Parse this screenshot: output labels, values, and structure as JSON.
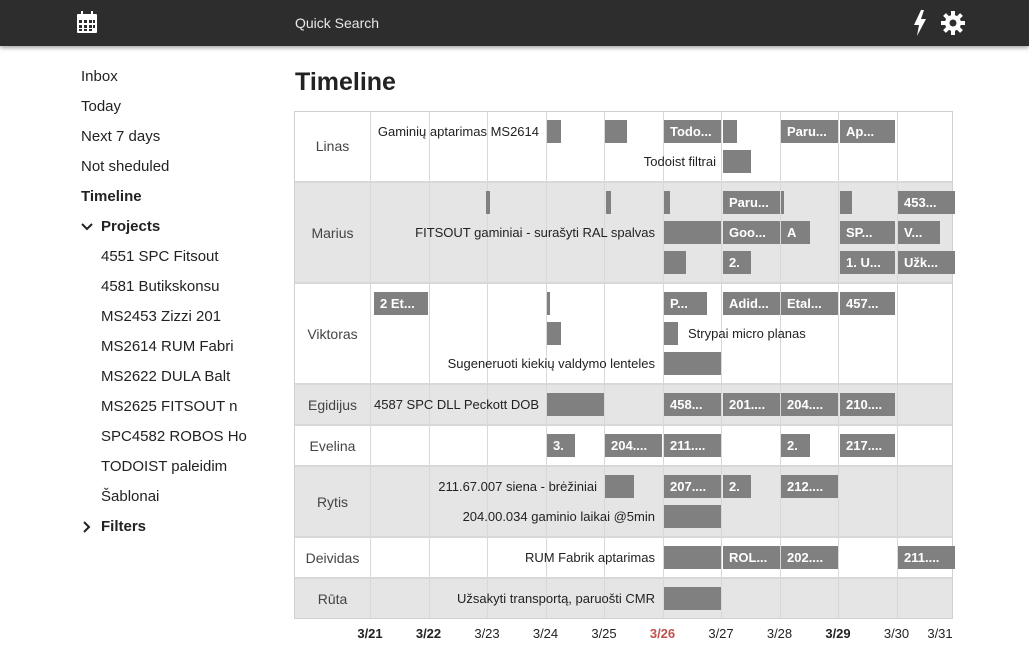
{
  "topbar": {
    "calendar_icon": "calendar-icon",
    "quick_search": "Quick Search",
    "bolt_icon": "lightning-icon",
    "gear_icon": "gear-icon"
  },
  "sidebar": {
    "items": [
      {
        "label": "Inbox"
      },
      {
        "label": "Today"
      },
      {
        "label": "Next 7 days"
      },
      {
        "label": "Not sheduled"
      },
      {
        "label": "Timeline",
        "active": true
      }
    ],
    "projects_label": "Projects",
    "projects": [
      {
        "label": "4551 SPC Fitsout"
      },
      {
        "label": "4581 Butikskonsu"
      },
      {
        "label": "MS2453 Zizzi 201"
      },
      {
        "label": "MS2614 RUM Fabri"
      },
      {
        "label": "MS2622 DULA Balt"
      },
      {
        "label": "MS2625 FITSOUT n"
      },
      {
        "label": "SPC4582 ROBOS Ho"
      },
      {
        "label": "TODOIST paleidim"
      },
      {
        "label": "Šablonai"
      }
    ],
    "filters_label": "Filters"
  },
  "main": {
    "title": "Timeline"
  },
  "timeline": {
    "dates": [
      "3/21",
      "3/22",
      "3/23",
      "3/24",
      "3/25",
      "3/26",
      "3/27",
      "3/28",
      "3/29",
      "3/30",
      "3/31"
    ],
    "today": "3/26",
    "bold_dates": [
      "3/21",
      "3/22",
      "3/29"
    ],
    "rows": [
      {
        "name": "Linas",
        "shaded": false,
        "labels": [
          {
            "text": "Gaminių aptarimas MS2614"
          },
          {
            "text": "Todoist filtrai"
          }
        ],
        "tasks": [
          {
            "text": ""
          },
          {
            "text": ""
          },
          {
            "text": "Todo..."
          },
          {
            "text": ""
          },
          {
            "text": "Paru..."
          },
          {
            "text": "Ap..."
          },
          {
            "text": ""
          }
        ]
      },
      {
        "name": "Marius",
        "shaded": true,
        "labels": [
          {
            "text": "FITSOUT gaminiai - surašyti RAL spalvas"
          }
        ],
        "tasks": [
          {
            "text": ""
          },
          {
            "text": ""
          },
          {
            "text": ""
          },
          {
            "text": "Paru..."
          },
          {
            "text": ""
          },
          {
            "text": ""
          },
          {
            "text": "453..."
          },
          {
            "text": ""
          },
          {
            "text": "Goo..."
          },
          {
            "text": "A"
          },
          {
            "text": "SP..."
          },
          {
            "text": "V..."
          },
          {
            "text": ""
          },
          {
            "text": "2."
          },
          {
            "text": "1. U..."
          },
          {
            "text": "Užk..."
          }
        ]
      },
      {
        "name": "Viktoras",
        "shaded": false,
        "labels": [
          {
            "text": "Strypai micro planas"
          },
          {
            "text": "Sugeneruoti kiekių valdymo lenteles"
          }
        ],
        "tasks": [
          {
            "text": "2 Et..."
          },
          {
            "text": ""
          },
          {
            "text": "P..."
          },
          {
            "text": "Adid..."
          },
          {
            "text": "Etal..."
          },
          {
            "text": "457..."
          },
          {
            "text": ""
          },
          {
            "text": ""
          },
          {
            "text": ""
          }
        ]
      },
      {
        "name": "Egidijus",
        "shaded": true,
        "labels": [
          {
            "text": "4587 SPC DLL Peckott DOB"
          }
        ],
        "tasks": [
          {
            "text": ""
          },
          {
            "text": "458..."
          },
          {
            "text": "201...."
          },
          {
            "text": "204...."
          },
          {
            "text": "210...."
          }
        ]
      },
      {
        "name": "Evelina",
        "shaded": false,
        "labels": [],
        "tasks": [
          {
            "text": "3."
          },
          {
            "text": "204...."
          },
          {
            "text": "211...."
          },
          {
            "text": "2."
          },
          {
            "text": "217...."
          }
        ]
      },
      {
        "name": "Rytis",
        "shaded": true,
        "labels": [
          {
            "text": "211.67.007 siena - brėžiniai"
          },
          {
            "text": "204.00.034 gaminio laikai @5min"
          }
        ],
        "tasks": [
          {
            "text": ""
          },
          {
            "text": "207...."
          },
          {
            "text": "2."
          },
          {
            "text": "212...."
          },
          {
            "text": ""
          }
        ]
      },
      {
        "name": "Deividas",
        "shaded": false,
        "labels": [
          {
            "text": "RUM Fabrik aptarimas"
          }
        ],
        "tasks": [
          {
            "text": ""
          },
          {
            "text": "ROL..."
          },
          {
            "text": "202...."
          },
          {
            "text": "211...."
          }
        ]
      },
      {
        "name": "Rūta",
        "shaded": true,
        "labels": [
          {
            "text": "Užsakyti transportą, paruošti CMR"
          }
        ],
        "tasks": [
          {
            "text": ""
          }
        ]
      }
    ]
  }
}
